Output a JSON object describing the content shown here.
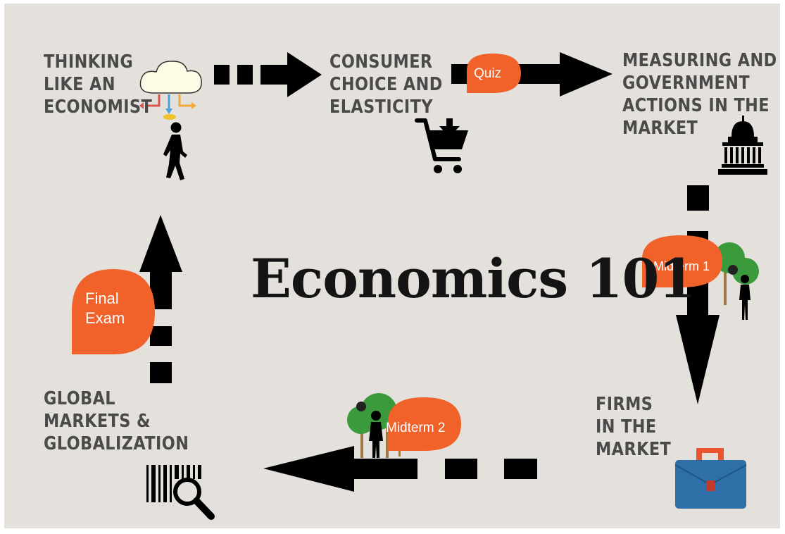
{
  "title": "Economics 101",
  "colors": {
    "background": "#e4e1dc",
    "text": "#4a4a4a",
    "badge": "#f0622a",
    "arrow": "#000000",
    "tree": "#3a9a3c",
    "briefcase": "#2e6fa8"
  },
  "topics": {
    "thinking": [
      "THINKING",
      "LIKE AN",
      "ECONOMIST"
    ],
    "consumer": [
      "CONSUMER",
      "CHOICE AND",
      "ELASTICITY"
    ],
    "measuring": [
      "MEASURING AND",
      "GOVERNMENT",
      "ACTIONS IN THE",
      "MARKET"
    ],
    "firms": [
      "FIRMS",
      "IN THE",
      "MARKET"
    ],
    "global": [
      "GLOBAL",
      "MARKETS &",
      "GLOBALIZATION"
    ]
  },
  "assessments": {
    "quiz": "Quiz",
    "midterm1": "Midterm 1",
    "midterm2": "Midterm 2",
    "final": [
      "Final",
      "Exam"
    ]
  },
  "icons": [
    "cloud-icon",
    "walking-person-icon",
    "shopping-cart-icon",
    "capitol-building-icon",
    "tree-person-icon",
    "briefcase-icon",
    "barcode-magnifier-icon"
  ]
}
